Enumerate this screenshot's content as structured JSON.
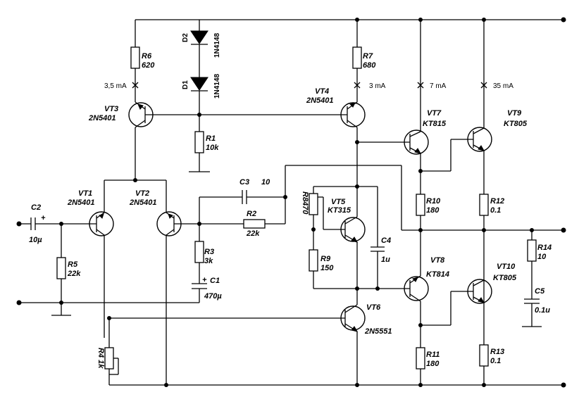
{
  "transistors": {
    "vt1": {
      "name": "VT1",
      "type": "2N5401"
    },
    "vt2": {
      "name": "VT2",
      "type": "2N5401"
    },
    "vt3": {
      "name": "VT3",
      "type": "2N5401"
    },
    "vt4": {
      "name": "VT4",
      "type": "2N5401"
    },
    "vt5": {
      "name": "VT5",
      "type": "KT315"
    },
    "vt6": {
      "name": "VT6",
      "type": "2N5551"
    },
    "vt7": {
      "name": "VT7",
      "type": "KT815"
    },
    "vt8": {
      "name": "VT8",
      "type": "KT814"
    },
    "vt9": {
      "name": "VT9",
      "type": "KT805"
    },
    "vt10": {
      "name": "VT10",
      "type": "KT805"
    }
  },
  "resistors": {
    "r1": {
      "name": "R1",
      "value": "10k"
    },
    "r2": {
      "name": "R2",
      "value": "22k"
    },
    "r3": {
      "name": "R3",
      "value": "3k"
    },
    "r4": {
      "name": "R4",
      "value": "1k"
    },
    "r5": {
      "name": "R5",
      "value": "22k"
    },
    "r6": {
      "name": "R6",
      "value": "620"
    },
    "r7": {
      "name": "R7",
      "value": "680"
    },
    "r8": {
      "name": "R8",
      "value": "470"
    },
    "r9": {
      "name": "R9",
      "value": "150"
    },
    "r10": {
      "name": "R10",
      "value": "180"
    },
    "r11": {
      "name": "R11",
      "value": "180"
    },
    "r12": {
      "name": "R12",
      "value": "0.1"
    },
    "r13": {
      "name": "R13",
      "value": "0.1"
    },
    "r14": {
      "name": "R14",
      "value": "10"
    }
  },
  "capacitors": {
    "c1": {
      "name": "C1",
      "value": "470µ"
    },
    "c2": {
      "name": "C2",
      "value": "10µ"
    },
    "c3": {
      "name": "C3",
      "value": "10"
    },
    "c4": {
      "name": "C4",
      "value": "1u"
    },
    "c5": {
      "name": "C5",
      "value": "0.1u"
    }
  },
  "diodes": {
    "d1": {
      "name": "D1",
      "type": "1N4148"
    },
    "d2": {
      "name": "D2",
      "type": "1N4148"
    }
  },
  "currents": {
    "vt3_branch": "3,5 mA",
    "vt4_branch": "3 mA",
    "vt7_branch": "7 mA",
    "vt9_branch": "35 mA"
  },
  "polarity": {
    "plus": "+"
  }
}
